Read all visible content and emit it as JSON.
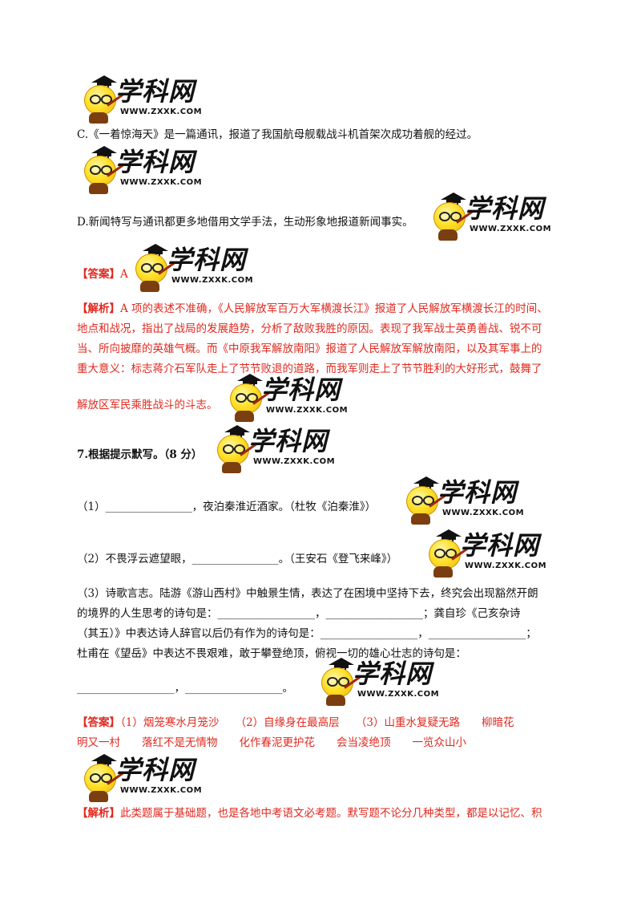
{
  "logo": {
    "name": "学科网",
    "url": "WWW.ZXXK.COM"
  },
  "content": {
    "option_c": "C.《一着惊海天》是一篇通讯，报道了我国航母舰载战斗机首架次成功着舰的经过。",
    "option_d": "D.新闻特写与通讯都更多地借用文学手法，生动形象地报道新闻事实。",
    "answer1_tag": "【答案】",
    "answer1_value": "A",
    "analysis1": {
      "tag": "【解析】",
      "line1": "A 项的表述不准确，《人民解放军百万大军横渡长江》报道了人民解放军横渡长江的时间、",
      "line2": "地点和战况，指出了战局的发展趋势，分析了敌败我胜的原因。表现了我军战士英勇善战、锐不可",
      "line3": "当、所向披靡的英雄气概。而《中原我军解放南阳》报道了人民解放军解放南阳，以及其军事上的",
      "line4": "重大意义：标志蒋介石军队走上了节节败退的道路，而我军则走上了节节胜利的大好形式，鼓舞了",
      "line5": "解放区军民乘胜战斗的斗志。"
    },
    "q7_title": "7.根据提示默写。（8 分）",
    "q7_1": "（1）________________，夜泊秦淮近酒家。（杜牧《泊秦淮》）",
    "q7_2": "（2）不畏浮云遮望眼，________________。（王安石《登飞来峰》）",
    "q7_3": {
      "line1": "（3）诗歌言志。陆游《游山西村》中触景生情，表达了在困境中坚持下去，终究会出现豁然开朗",
      "line2": "的境界的人生思考的诗句是：__________________，__________________；龚自珍《己亥杂诗",
      "line3": "（其五）》中表达诗人辞官以后仍有作为的诗句是：__________________，__________________；",
      "line4": "杜甫在《望岳》中表达不畏艰难，敢于攀登绝顶，俯视一切的雄心壮志的诗句是：",
      "line5": "__________________，__________________。"
    },
    "answer2": {
      "tag": "【答案】",
      "line1": "（1）烟笼寒水月笼沙　　（2）自缘身在最高层　　（3）山重水复疑无路　　柳暗花",
      "line2": "明又一村　　落红不是无情物　　化作春泥更护花　　会当凌绝顶　　一览众山小"
    },
    "analysis2": {
      "tag": "【解析】",
      "line1": "此类题属于基础题，也是各地中考语文必考题。默写题不论分几种类型，都是以记忆、积"
    }
  }
}
